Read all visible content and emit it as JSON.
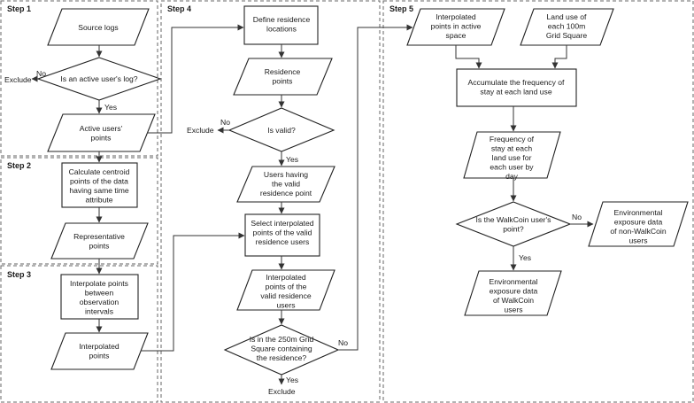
{
  "steps": {
    "s1": "Step 1",
    "s2": "Step 2",
    "s3": "Step 3",
    "s4": "Step 4",
    "s5": "Step 5"
  },
  "nodes": {
    "source_logs": [
      "Source logs"
    ],
    "active_user_q": [
      "Is an active user's log?"
    ],
    "active_points": [
      "Active users'",
      "points"
    ],
    "centroid": [
      "Calculate centroid",
      "points of the data",
      "having same time",
      "attribute"
    ],
    "representative": [
      "Representative",
      "points"
    ],
    "interpolate": [
      "Interpolate points",
      "between",
      "observation",
      "intervals"
    ],
    "interpolated": [
      "Interpolated",
      "points"
    ],
    "define_residence": [
      "Define residence",
      "locations"
    ],
    "residence_points": [
      "Residence",
      "points"
    ],
    "is_valid_q": [
      "Is valid?"
    ],
    "users_valid": [
      "Users having",
      "the valid",
      "residence point"
    ],
    "select_interp": [
      "Select interpolated",
      "points of the valid",
      "residence users"
    ],
    "interp_valid": [
      "Interpolated",
      "points of the",
      "valid residence",
      "users"
    ],
    "grid250_q": [
      "Is in the 250m Grid",
      "Square containing",
      "the residence?"
    ],
    "interp_active": [
      "Interpolated",
      "points in active",
      "space"
    ],
    "land_use": [
      "Land use of",
      "each 100m",
      "Grid Square"
    ],
    "accumulate": [
      "Accumulate the frequency of",
      "stay at each land use"
    ],
    "frequency": [
      "Frequency of",
      "stay at each",
      "land use for",
      "each user by",
      "day"
    ],
    "walkcoin_q": [
      "Is the WalkCoin user's",
      "point?"
    ],
    "env_non": [
      "Environmental",
      "exposure data",
      "of non-WalkCoin",
      "users"
    ],
    "env_walk": [
      "Environmental",
      "exposure data",
      "of WalkCoin",
      "users"
    ]
  },
  "labels": {
    "no": "No",
    "yes": "Yes",
    "exclude": "Exclude"
  }
}
